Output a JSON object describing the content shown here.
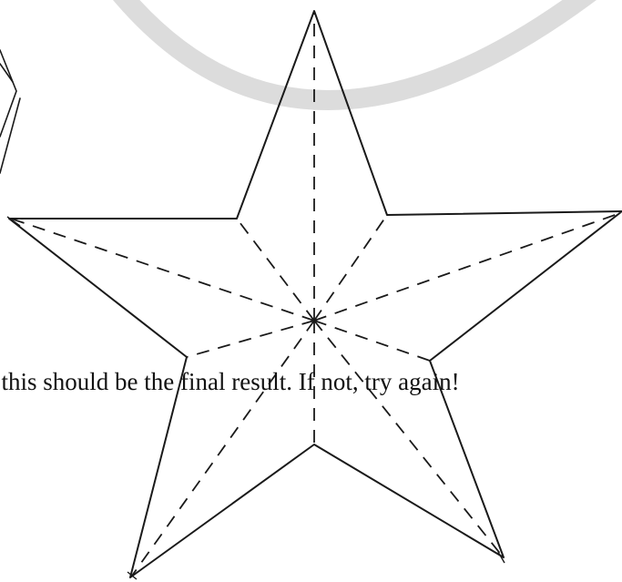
{
  "caption": ". this should be the final result. If not, try again!",
  "colors": {
    "outline": "#1a1a1a",
    "fold_lines": "#1a1a1a",
    "watermark_arc": "#dcdcdc",
    "background": "#ffffff"
  },
  "icons": {
    "star": "five-point-star-outline",
    "fold": "dashed-fold-line",
    "partial_shape": "partial-polyhedron-sketch"
  }
}
